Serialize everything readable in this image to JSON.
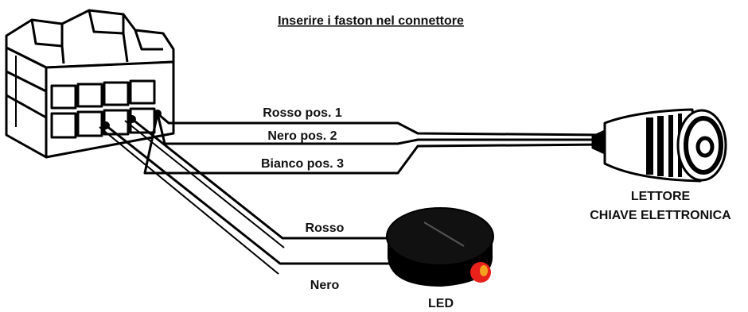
{
  "title": "Inserire i faston nel connettore",
  "wire_labels": {
    "reader_red": "Rosso pos. 1",
    "reader_black": "Nero pos. 2",
    "reader_white": "Bianco pos. 3",
    "led_red": "Rosso",
    "led_black": "Nero"
  },
  "reader_label": {
    "line1": "LETTORE",
    "line2": "CHIAVE ELETTRONICA"
  },
  "led_label": "LED",
  "colors": {
    "line": "#000000",
    "led_light": "#e8211b",
    "led_glow": "#f3a21f"
  }
}
